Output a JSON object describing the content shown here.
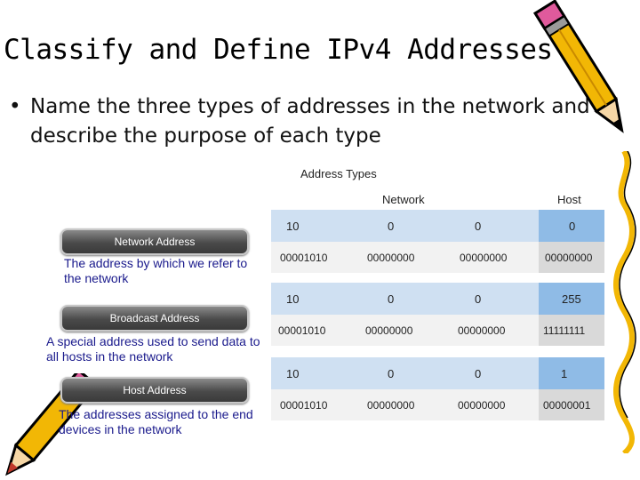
{
  "title": "Classify and Define IPv4 Addresses",
  "bullet": {
    "symbol": "•",
    "text": "Name the three types of addresses in the network and describe the purpose of each type"
  },
  "diagram": {
    "title": "Address Types",
    "columns": {
      "network": "Network",
      "host": "Host"
    },
    "blocks": [
      {
        "decimal": [
          "10",
          "0",
          "0",
          "0"
        ],
        "binary": [
          "00001010",
          "00000000",
          "00000000",
          "00000000"
        ]
      },
      {
        "decimal": [
          "10",
          "0",
          "0",
          "255"
        ],
        "binary": [
          "00001010",
          "00000000",
          "00000000",
          "11111111"
        ]
      },
      {
        "decimal": [
          "10",
          "0",
          "0",
          "1"
        ],
        "binary": [
          "00001010",
          "00000000",
          "00000000",
          "00000001"
        ]
      }
    ]
  },
  "types": [
    {
      "label": "Network Address",
      "description": "The address by which we refer to the network"
    },
    {
      "label": "Broadcast Address",
      "description": "A special address used to send data to all hosts in the network"
    },
    {
      "label": "Host Address",
      "description": "The addresses assigned to the end devices in the network"
    }
  ],
  "colors": {
    "host_highlight": "#8fbbe6",
    "row_highlight": "#cfe0f2",
    "desc_text": "#1a1a8c"
  }
}
